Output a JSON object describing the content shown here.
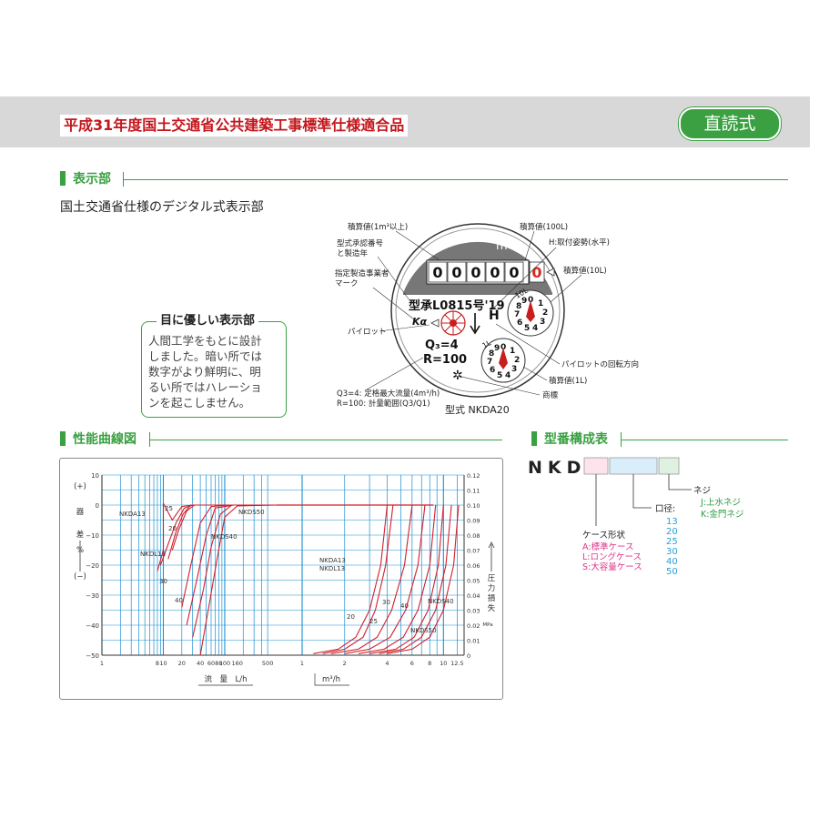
{
  "header": {
    "title": "平成31年度国土交通省公共建築工事標準仕様適合品",
    "badge": "直読式"
  },
  "display_section": {
    "heading": "表示部",
    "lead": "国土交通省仕様のデジタル式表示部",
    "callout": {
      "title": "目に優しい表示部",
      "lines": [
        "人間工学をもとに設計",
        "しました。暗い所では",
        "数字がより鮮明に、明",
        "るい所ではハレーショ",
        "ンを起こしません。"
      ]
    },
    "meter": {
      "digits": [
        "0",
        "0",
        "0",
        "0",
        "0"
      ],
      "red_digit": "0",
      "unit": "m³",
      "approval": "型承L0815号'19",
      "mark": "Kα",
      "q3": "Q₃=4",
      "r": "R=100",
      "h_mark": "H",
      "dial_top_label": "10L",
      "dial_bottom_label": "1L",
      "model": "型式 NKDA20",
      "labels": {
        "total_1m3": "積算値(1m³以上)",
        "approval_no_1": "型式承認番号",
        "approval_no_2": "と製造年",
        "maker_mark_1": "指定製造事業者",
        "maker_mark_2": "マーク",
        "pilot": "パイロット",
        "q3_note_1": "Q3=4: 定格最大流量(4m³/h)",
        "q3_note_2": "R=100: 計量範囲(Q3/Q1)",
        "total_100l": "積算値(100L)",
        "h_install": "H:取付姿勢(水平)",
        "total_10l": "積算値(10L)",
        "pilot_dir": "パイロットの回転方向",
        "total_1l": "積算値(1L)",
        "trademark": "商標"
      }
    }
  },
  "performance_section": {
    "heading": "性能曲線図"
  },
  "model_section": {
    "heading": "型番構成表",
    "prefix": "NKD",
    "colors": {
      "box1": "#fde3ec",
      "box2": "#d9eefa",
      "box3": "#dff1e0"
    },
    "case": {
      "label": "ケース形状",
      "options": [
        "A:標準ケース",
        "L:ロングケース",
        "S:大容量ケース"
      ]
    },
    "bore": {
      "label": "口径:",
      "values": [
        "13",
        "20",
        "25",
        "30",
        "40",
        "50"
      ]
    },
    "thread": {
      "label": "ネジ",
      "options": [
        "J:上水ネジ",
        "K:金門ネジ"
      ]
    }
  },
  "chart_data": {
    "type": "line",
    "title": "",
    "grid": true,
    "left_axis": {
      "label_chars": [
        "(+)",
        "器",
        "差",
        "%",
        "(−)"
      ],
      "ticks": [
        "10",
        "0",
        "−10",
        "−20",
        "−30",
        "−40",
        "−50"
      ],
      "ylim": [
        -50,
        10
      ]
    },
    "right_axis": {
      "label_chars": [
        "圧",
        "力",
        "損",
        "失"
      ],
      "unit": "MPa",
      "ticks": [
        "0.12",
        "0.11",
        "0.10",
        "0.09",
        "0.08",
        "0.07",
        "0.06",
        "0.05",
        "0.04",
        "0.03",
        "0.02",
        "0.01",
        "0"
      ],
      "ylim": [
        0,
        0.12
      ]
    },
    "x_axis": {
      "label_left": "流　量　L/h",
      "label_right": "m³/h",
      "ticks_lph": [
        "1",
        "8",
        "10",
        "20",
        "40",
        "60",
        "80",
        "100",
        "160",
        "500"
      ],
      "ticks_m3h": [
        "1",
        "2",
        "4",
        "6",
        "8",
        "10",
        "12.5"
      ]
    },
    "series_labels": {
      "error": [
        "NKDA13",
        "NKDL13",
        "25",
        "20",
        "30",
        "40",
        "NKDS50",
        "NKDS40"
      ],
      "pressure": [
        "NKDA13",
        "NKDL13",
        "20",
        "25",
        "30",
        "40",
        "NKDS40",
        "NKDS50"
      ]
    },
    "error_curves": [
      {
        "name": "NKDA13",
        "points": [
          [
            8,
            -22
          ],
          [
            10,
            -15
          ],
          [
            14,
            -5
          ],
          [
            20,
            -0.5
          ],
          [
            30,
            0
          ],
          [
            200,
            0
          ],
          [
            700,
            0
          ],
          [
            10,
            0.5
          ]
        ]
      },
      {
        "name": "NKDL13",
        "points": [
          [
            9,
            -20
          ],
          [
            12,
            -13
          ],
          [
            16,
            -6
          ],
          [
            22,
            -1
          ],
          [
            30,
            0
          ],
          [
            200,
            0
          ]
        ]
      },
      {
        "name": "25",
        "points": [
          [
            14,
            -15
          ],
          [
            18,
            -8
          ],
          [
            24,
            -2
          ],
          [
            32,
            0
          ],
          [
            300,
            0
          ]
        ]
      },
      {
        "name": "20",
        "points": [
          [
            12,
            -18
          ],
          [
            16,
            -9
          ],
          [
            21,
            -3
          ],
          [
            28,
            0
          ],
          [
            300,
            0
          ]
        ]
      },
      {
        "name": "30",
        "points": [
          [
            20,
            -34
          ],
          [
            28,
            -20
          ],
          [
            40,
            -6
          ],
          [
            60,
            -0.5
          ],
          [
            120,
            0
          ],
          [
            600,
            0
          ]
        ]
      },
      {
        "name": "40",
        "points": [
          [
            24,
            -40
          ],
          [
            35,
            -25
          ],
          [
            50,
            -10
          ],
          [
            70,
            -1
          ],
          [
            140,
            0
          ],
          [
            700,
            0
          ]
        ]
      },
      {
        "name": "NKDS40",
        "points": [
          [
            30,
            -44
          ],
          [
            45,
            -28
          ],
          [
            60,
            -14
          ],
          [
            85,
            -3
          ],
          [
            130,
            0
          ],
          [
            700,
            0
          ]
        ]
      },
      {
        "name": "NKDS50",
        "points": [
          [
            40,
            -50
          ],
          [
            55,
            -34
          ],
          [
            75,
            -18
          ],
          [
            100,
            -4
          ],
          [
            160,
            -0.3
          ],
          [
            700,
            0
          ]
        ]
      }
    ],
    "pressure_curves": [
      {
        "name": "NKDA13",
        "points": [
          [
            1.2,
            0.001
          ],
          [
            1.8,
            0.004
          ],
          [
            2.4,
            0.012
          ],
          [
            3.0,
            0.03
          ],
          [
            3.6,
            0.06
          ],
          [
            4.0,
            0.1
          ]
        ]
      },
      {
        "name": "NKDL13",
        "points": [
          [
            1.4,
            0.001
          ],
          [
            2.0,
            0.004
          ],
          [
            2.7,
            0.012
          ],
          [
            3.3,
            0.03
          ],
          [
            3.9,
            0.06
          ],
          [
            4.4,
            0.1
          ]
        ]
      },
      {
        "name": "20",
        "points": [
          [
            1.6,
            0.001
          ],
          [
            2.5,
            0.004
          ],
          [
            3.4,
            0.012
          ],
          [
            4.3,
            0.03
          ],
          [
            5.3,
            0.06
          ],
          [
            6.0,
            0.1
          ]
        ]
      },
      {
        "name": "25",
        "points": [
          [
            2.0,
            0.001
          ],
          [
            3.0,
            0.004
          ],
          [
            4.2,
            0.012
          ],
          [
            5.4,
            0.03
          ],
          [
            6.6,
            0.06
          ],
          [
            7.4,
            0.1
          ]
        ]
      },
      {
        "name": "30",
        "points": [
          [
            2.5,
            0.001
          ],
          [
            3.8,
            0.004
          ],
          [
            5.2,
            0.012
          ],
          [
            6.6,
            0.03
          ],
          [
            8.0,
            0.06
          ],
          [
            8.8,
            0.1
          ]
        ]
      },
      {
        "name": "40",
        "points": [
          [
            3.0,
            0.001
          ],
          [
            4.6,
            0.004
          ],
          [
            6.2,
            0.012
          ],
          [
            7.8,
            0.03
          ],
          [
            9.2,
            0.06
          ],
          [
            10.0,
            0.1
          ]
        ]
      },
      {
        "name": "NKDS40",
        "points": [
          [
            3.5,
            0.001
          ],
          [
            5.2,
            0.004
          ],
          [
            7.0,
            0.012
          ],
          [
            8.8,
            0.03
          ],
          [
            10.4,
            0.06
          ],
          [
            11.4,
            0.1
          ]
        ]
      },
      {
        "name": "NKDS50",
        "points": [
          [
            4.0,
            0.001
          ],
          [
            6.0,
            0.004
          ],
          [
            8.0,
            0.012
          ],
          [
            10.0,
            0.03
          ],
          [
            11.8,
            0.06
          ],
          [
            12.8,
            0.1
          ]
        ]
      }
    ]
  }
}
